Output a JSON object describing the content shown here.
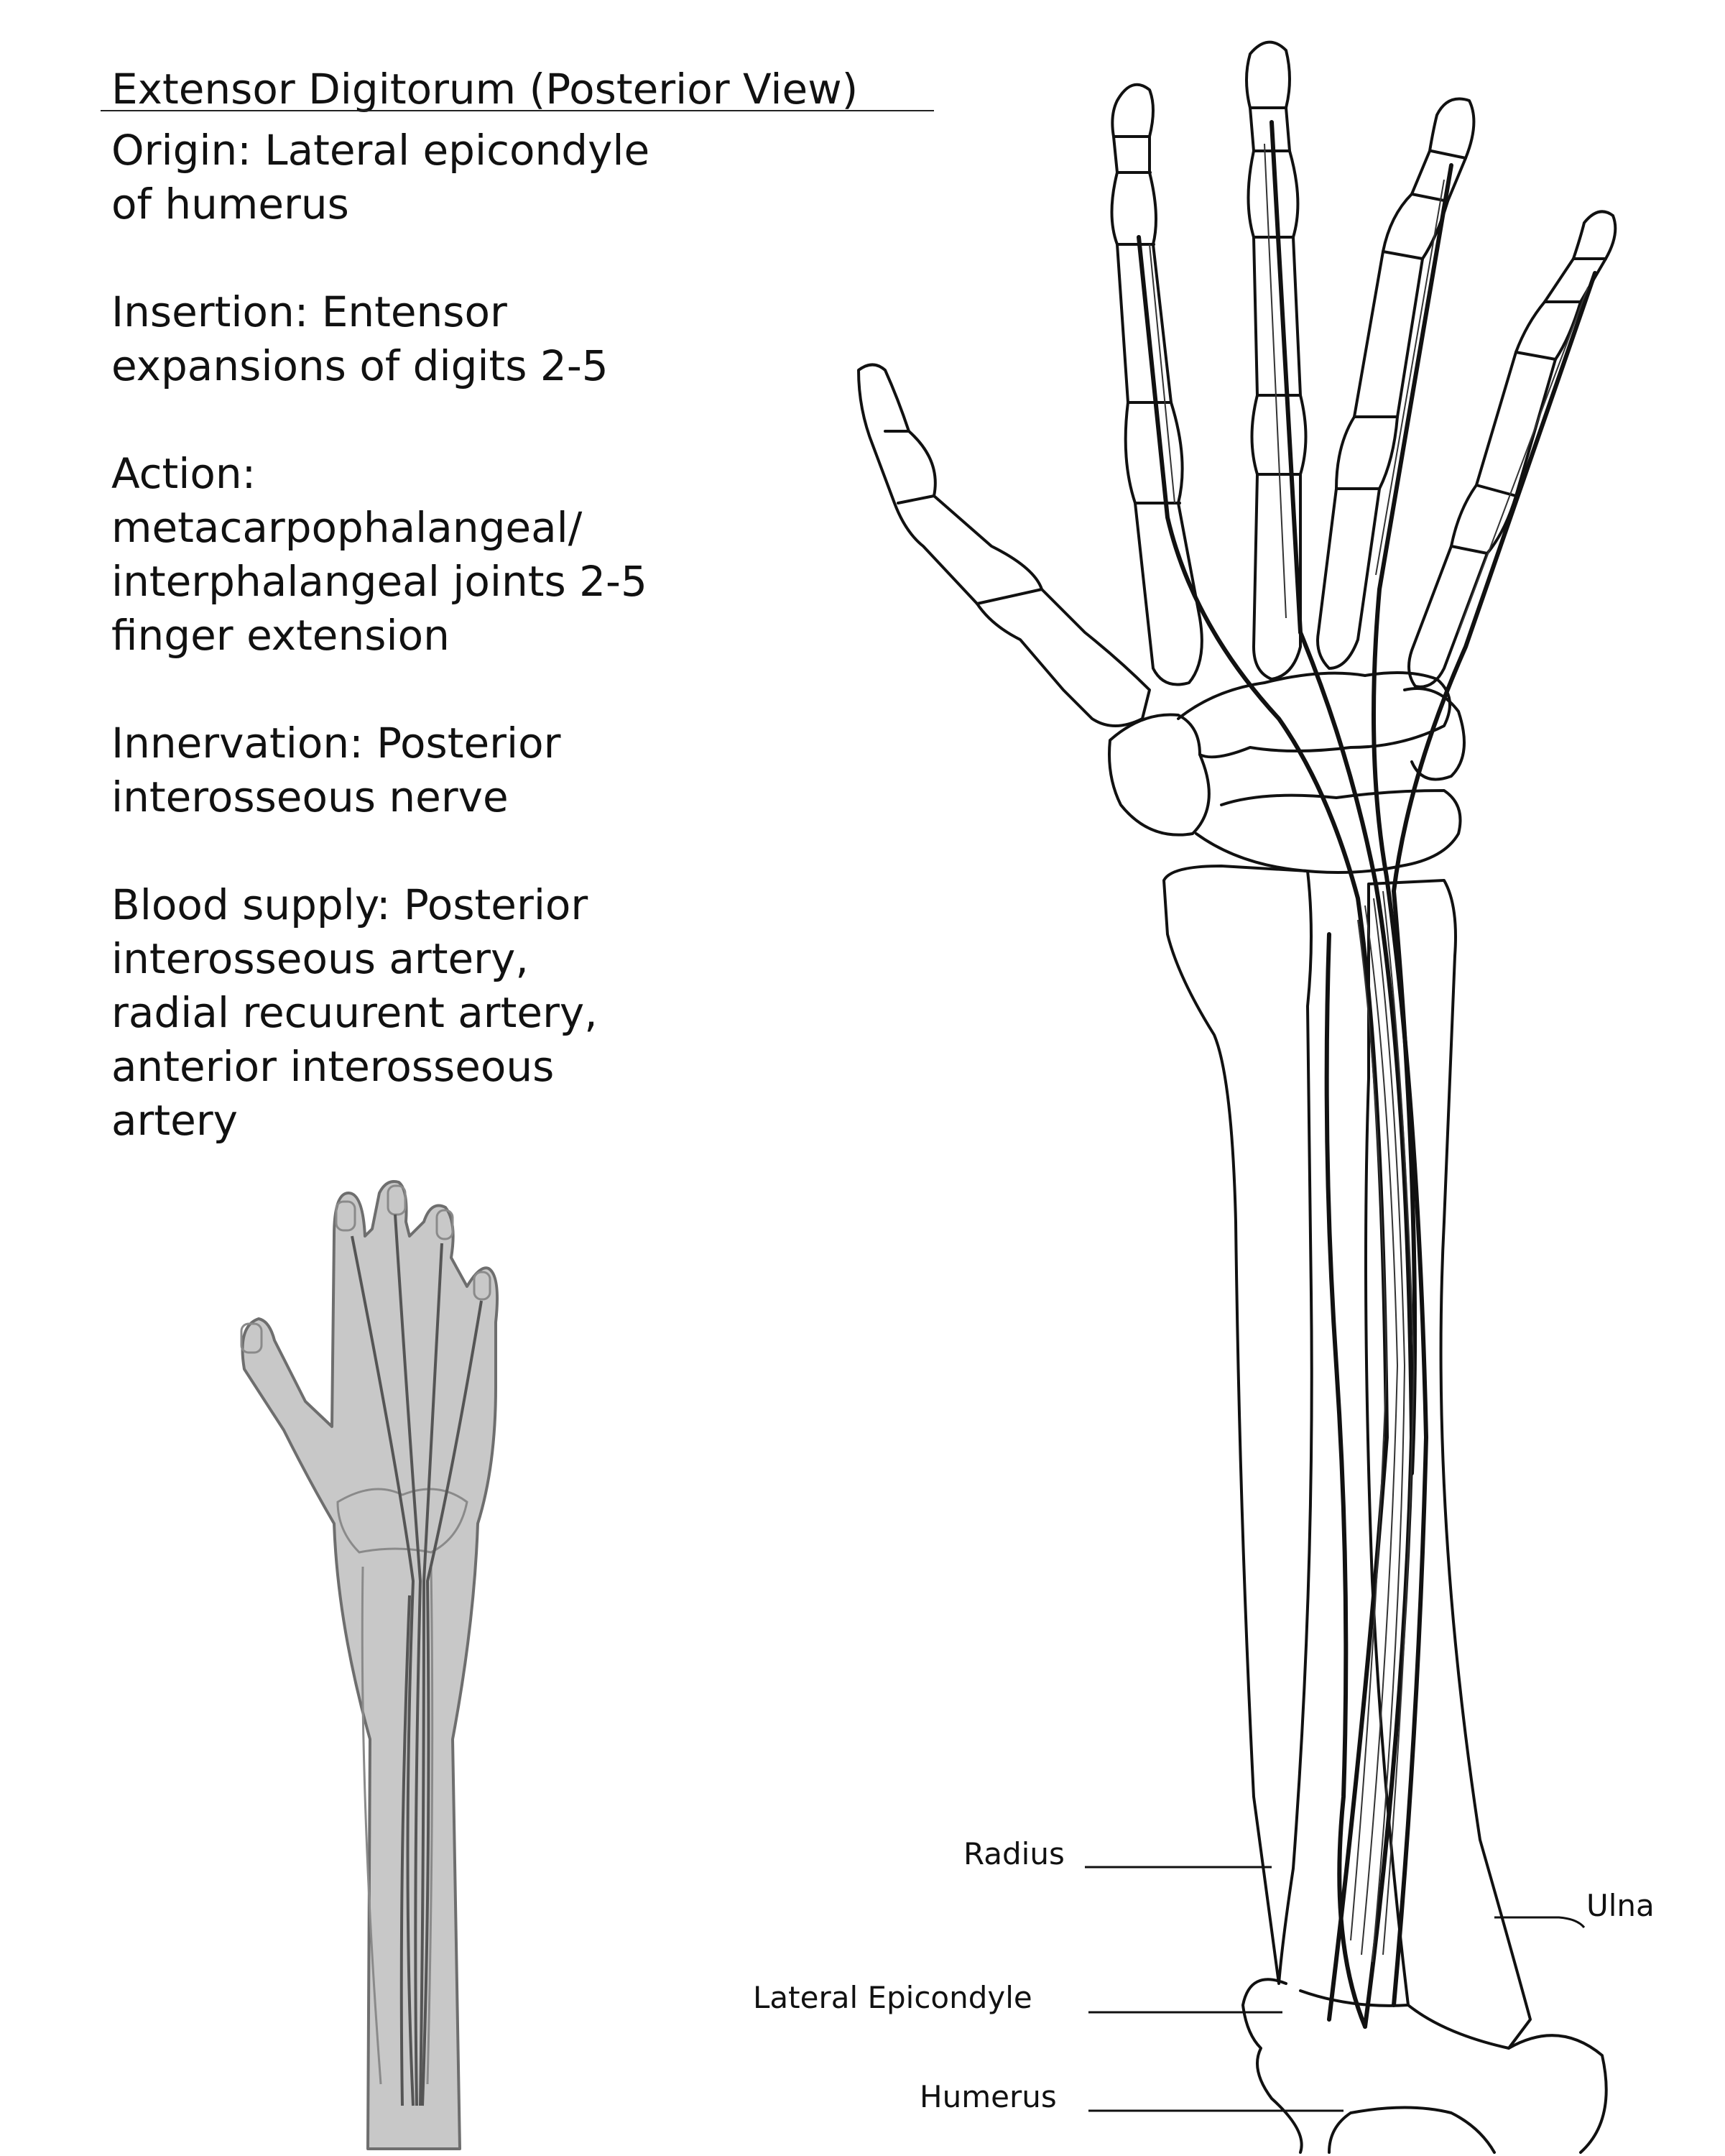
{
  "title": "Extensor Digitorum (Posterior View)",
  "info": {
    "origin": [
      "Origin: Lateral epicondyle",
      "of humerus"
    ],
    "insertion": [
      "Insertion: Entensor",
      "expansions of digits 2-5"
    ],
    "action": [
      "Action:",
      "metacarpophalangeal/",
      "interphalangeal joints 2-5",
      "finger extension"
    ],
    "innervation": [
      "Innervation: Posterior",
      "interosseous nerve"
    ],
    "blood_supply": [
      "Blood supply: Posterior",
      "interosseous artery,",
      "radial recuurent artery,",
      "anterior interosseous",
      "artery"
    ]
  },
  "labels": {
    "radius": "Radius",
    "ulna": "Ulna",
    "lateral_epicondyle": "Lateral Epicondyle",
    "humerus": "Humerus"
  },
  "colors": {
    "line": "#111111",
    "thumbnail_fill": "#c8c8c8",
    "thumbnail_line": "#6e6e6e"
  }
}
